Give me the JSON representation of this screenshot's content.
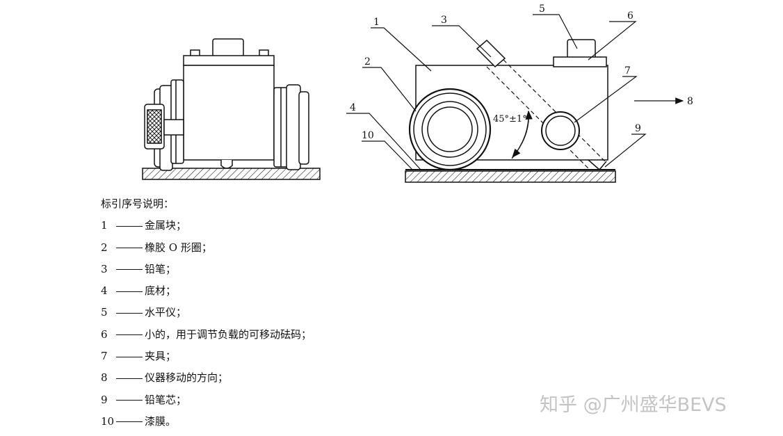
{
  "callouts": [
    "1",
    "2",
    "3",
    "4",
    "5",
    "6",
    "7",
    "8",
    "9",
    "10"
  ],
  "angle_label": "45°±1°",
  "legend": {
    "title": "标引序号说明：",
    "items": [
      {
        "num": "1",
        "text": "金属块；"
      },
      {
        "num": "2",
        "text": "橡胶 O 形圈；"
      },
      {
        "num": "3",
        "text": "铅笔；"
      },
      {
        "num": "4",
        "text": "底材；"
      },
      {
        "num": "5",
        "text": "水平仪；"
      },
      {
        "num": "6",
        "text": "小的，用于调节负载的可移动砝码；"
      },
      {
        "num": "7",
        "text": "夹具；"
      },
      {
        "num": "8",
        "text": "仪器移动的方向；"
      },
      {
        "num": "9",
        "text": "铅笔芯；"
      },
      {
        "num": "10",
        "text": "漆膜。"
      }
    ]
  },
  "watermark": "知乎 @广州盛华BEVS"
}
